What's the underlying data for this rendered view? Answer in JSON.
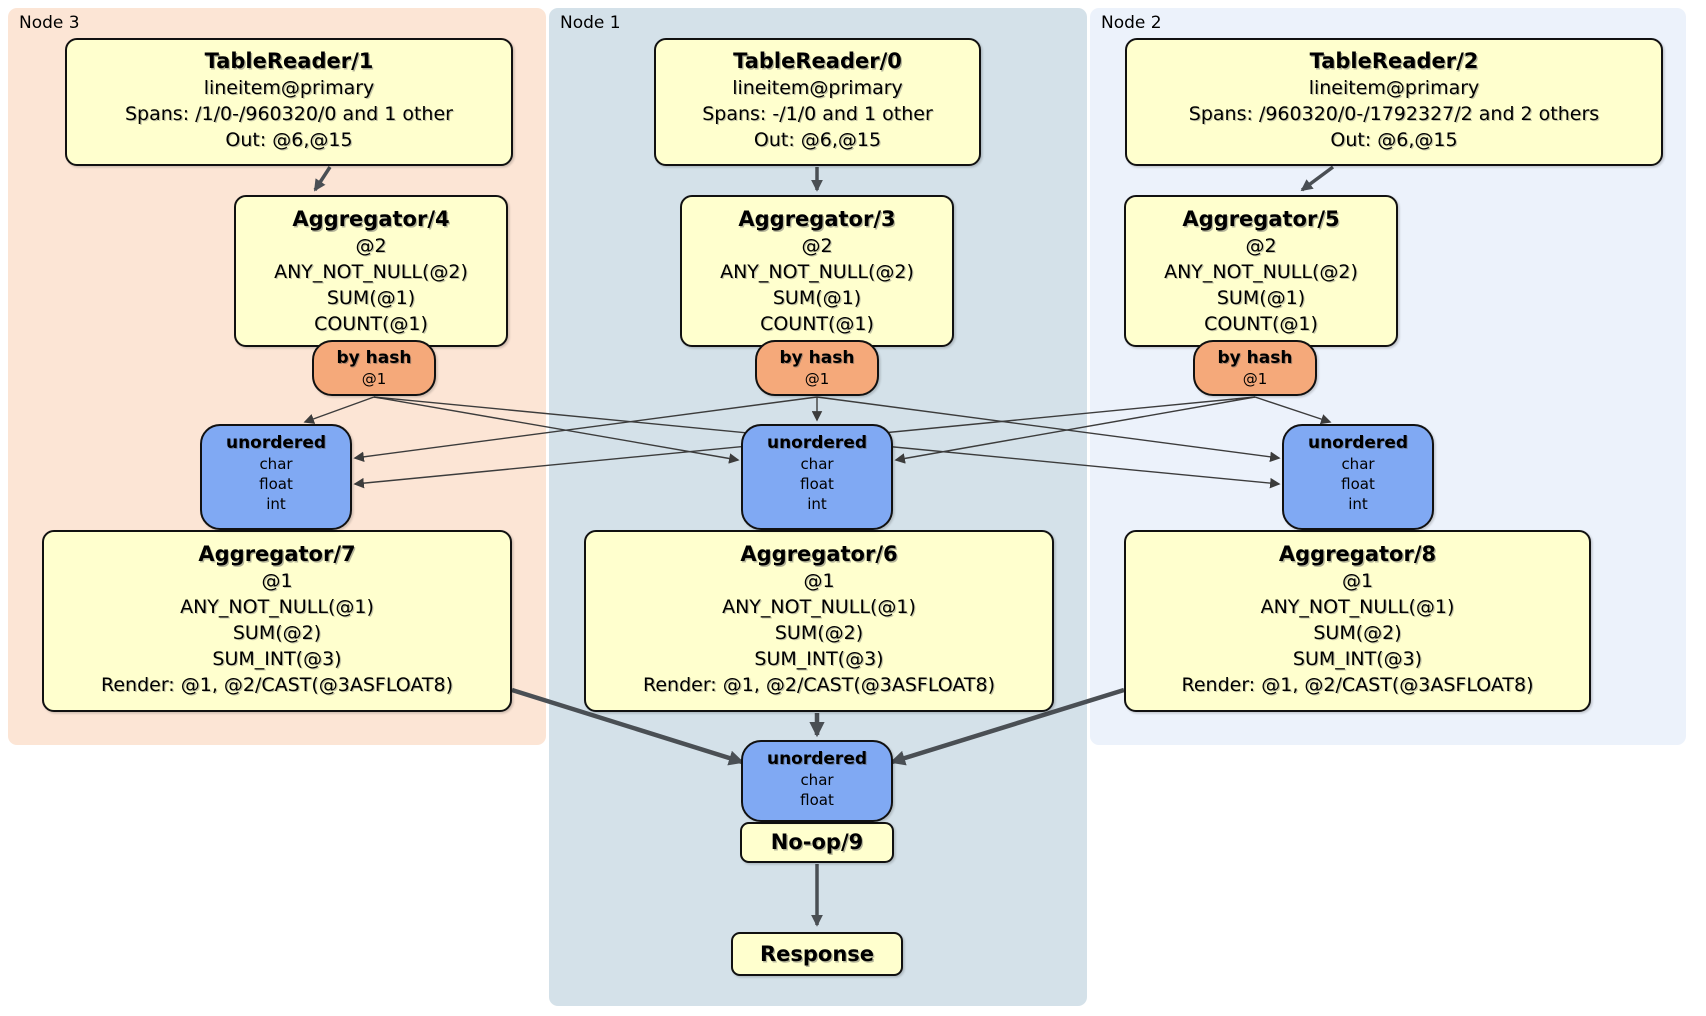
{
  "diagram": {
    "title": "distsql-plan",
    "node_groups": [
      {
        "label": "Node 3",
        "table_reader": {
          "title": "TableReader/1",
          "lines": [
            "lineitem@primary",
            "Spans: /1/0-/960320/0 and 1 other",
            "Out: @6,@15"
          ]
        },
        "aggregator_top": {
          "title": "Aggregator/4",
          "lines": [
            "@2",
            "ANY_NOT_NULL(@2)",
            "SUM(@1)",
            "COUNT(@1)"
          ]
        },
        "hash_router": {
          "title": "by hash",
          "lines": [
            "@1"
          ]
        },
        "sync": {
          "title": "unordered",
          "lines": [
            "char",
            "float",
            "int"
          ]
        },
        "aggregator_final": {
          "title": "Aggregator/7",
          "lines": [
            "@1",
            "ANY_NOT_NULL(@1)",
            "SUM(@2)",
            "SUM_INT(@3)",
            "Render: @1, @2/CAST(@3ASFLOAT8)"
          ]
        }
      },
      {
        "label": "Node 1",
        "table_reader": {
          "title": "TableReader/0",
          "lines": [
            "lineitem@primary",
            "Spans: -/1/0 and 1 other",
            "Out: @6,@15"
          ]
        },
        "aggregator_top": {
          "title": "Aggregator/3",
          "lines": [
            "@2",
            "ANY_NOT_NULL(@2)",
            "SUM(@1)",
            "COUNT(@1)"
          ]
        },
        "hash_router": {
          "title": "by hash",
          "lines": [
            "@1"
          ]
        },
        "sync": {
          "title": "unordered",
          "lines": [
            "char",
            "float",
            "int"
          ]
        },
        "aggregator_final": {
          "title": "Aggregator/6",
          "lines": [
            "@1",
            "ANY_NOT_NULL(@1)",
            "SUM(@2)",
            "SUM_INT(@3)",
            "Render: @1, @2/CAST(@3ASFLOAT8)"
          ]
        }
      },
      {
        "label": "Node 2",
        "table_reader": {
          "title": "TableReader/2",
          "lines": [
            "lineitem@primary",
            "Spans: /960320/0-/1792327/2 and 2 others",
            "Out: @6,@15"
          ]
        },
        "aggregator_top": {
          "title": "Aggregator/5",
          "lines": [
            "@2",
            "ANY_NOT_NULL(@2)",
            "SUM(@1)",
            "COUNT(@1)"
          ]
        },
        "hash_router": {
          "title": "by hash",
          "lines": [
            "@1"
          ]
        },
        "sync": {
          "title": "unordered",
          "lines": [
            "char",
            "float",
            "int"
          ]
        },
        "aggregator_final": {
          "title": "Aggregator/8",
          "lines": [
            "@1",
            "ANY_NOT_NULL(@1)",
            "SUM(@2)",
            "SUM_INT(@3)",
            "Render: @1, @2/CAST(@3ASFLOAT8)"
          ]
        }
      }
    ],
    "output_chain": {
      "sync": {
        "title": "unordered",
        "lines": [
          "char",
          "float"
        ]
      },
      "noop": {
        "title": "No-op/9"
      },
      "response": {
        "title": "Response"
      }
    },
    "colors": {
      "node3_bg": "#fce5d5",
      "node1_bg": "#d4e1e9",
      "node2_bg": "#ecf2fb",
      "processor_fill": "#ffffce",
      "router_fill": "#f5a97a",
      "sync_fill": "#80a9f3",
      "edge_thick": "#4a4f54",
      "edge_thin": "#3c3c3c"
    }
  }
}
